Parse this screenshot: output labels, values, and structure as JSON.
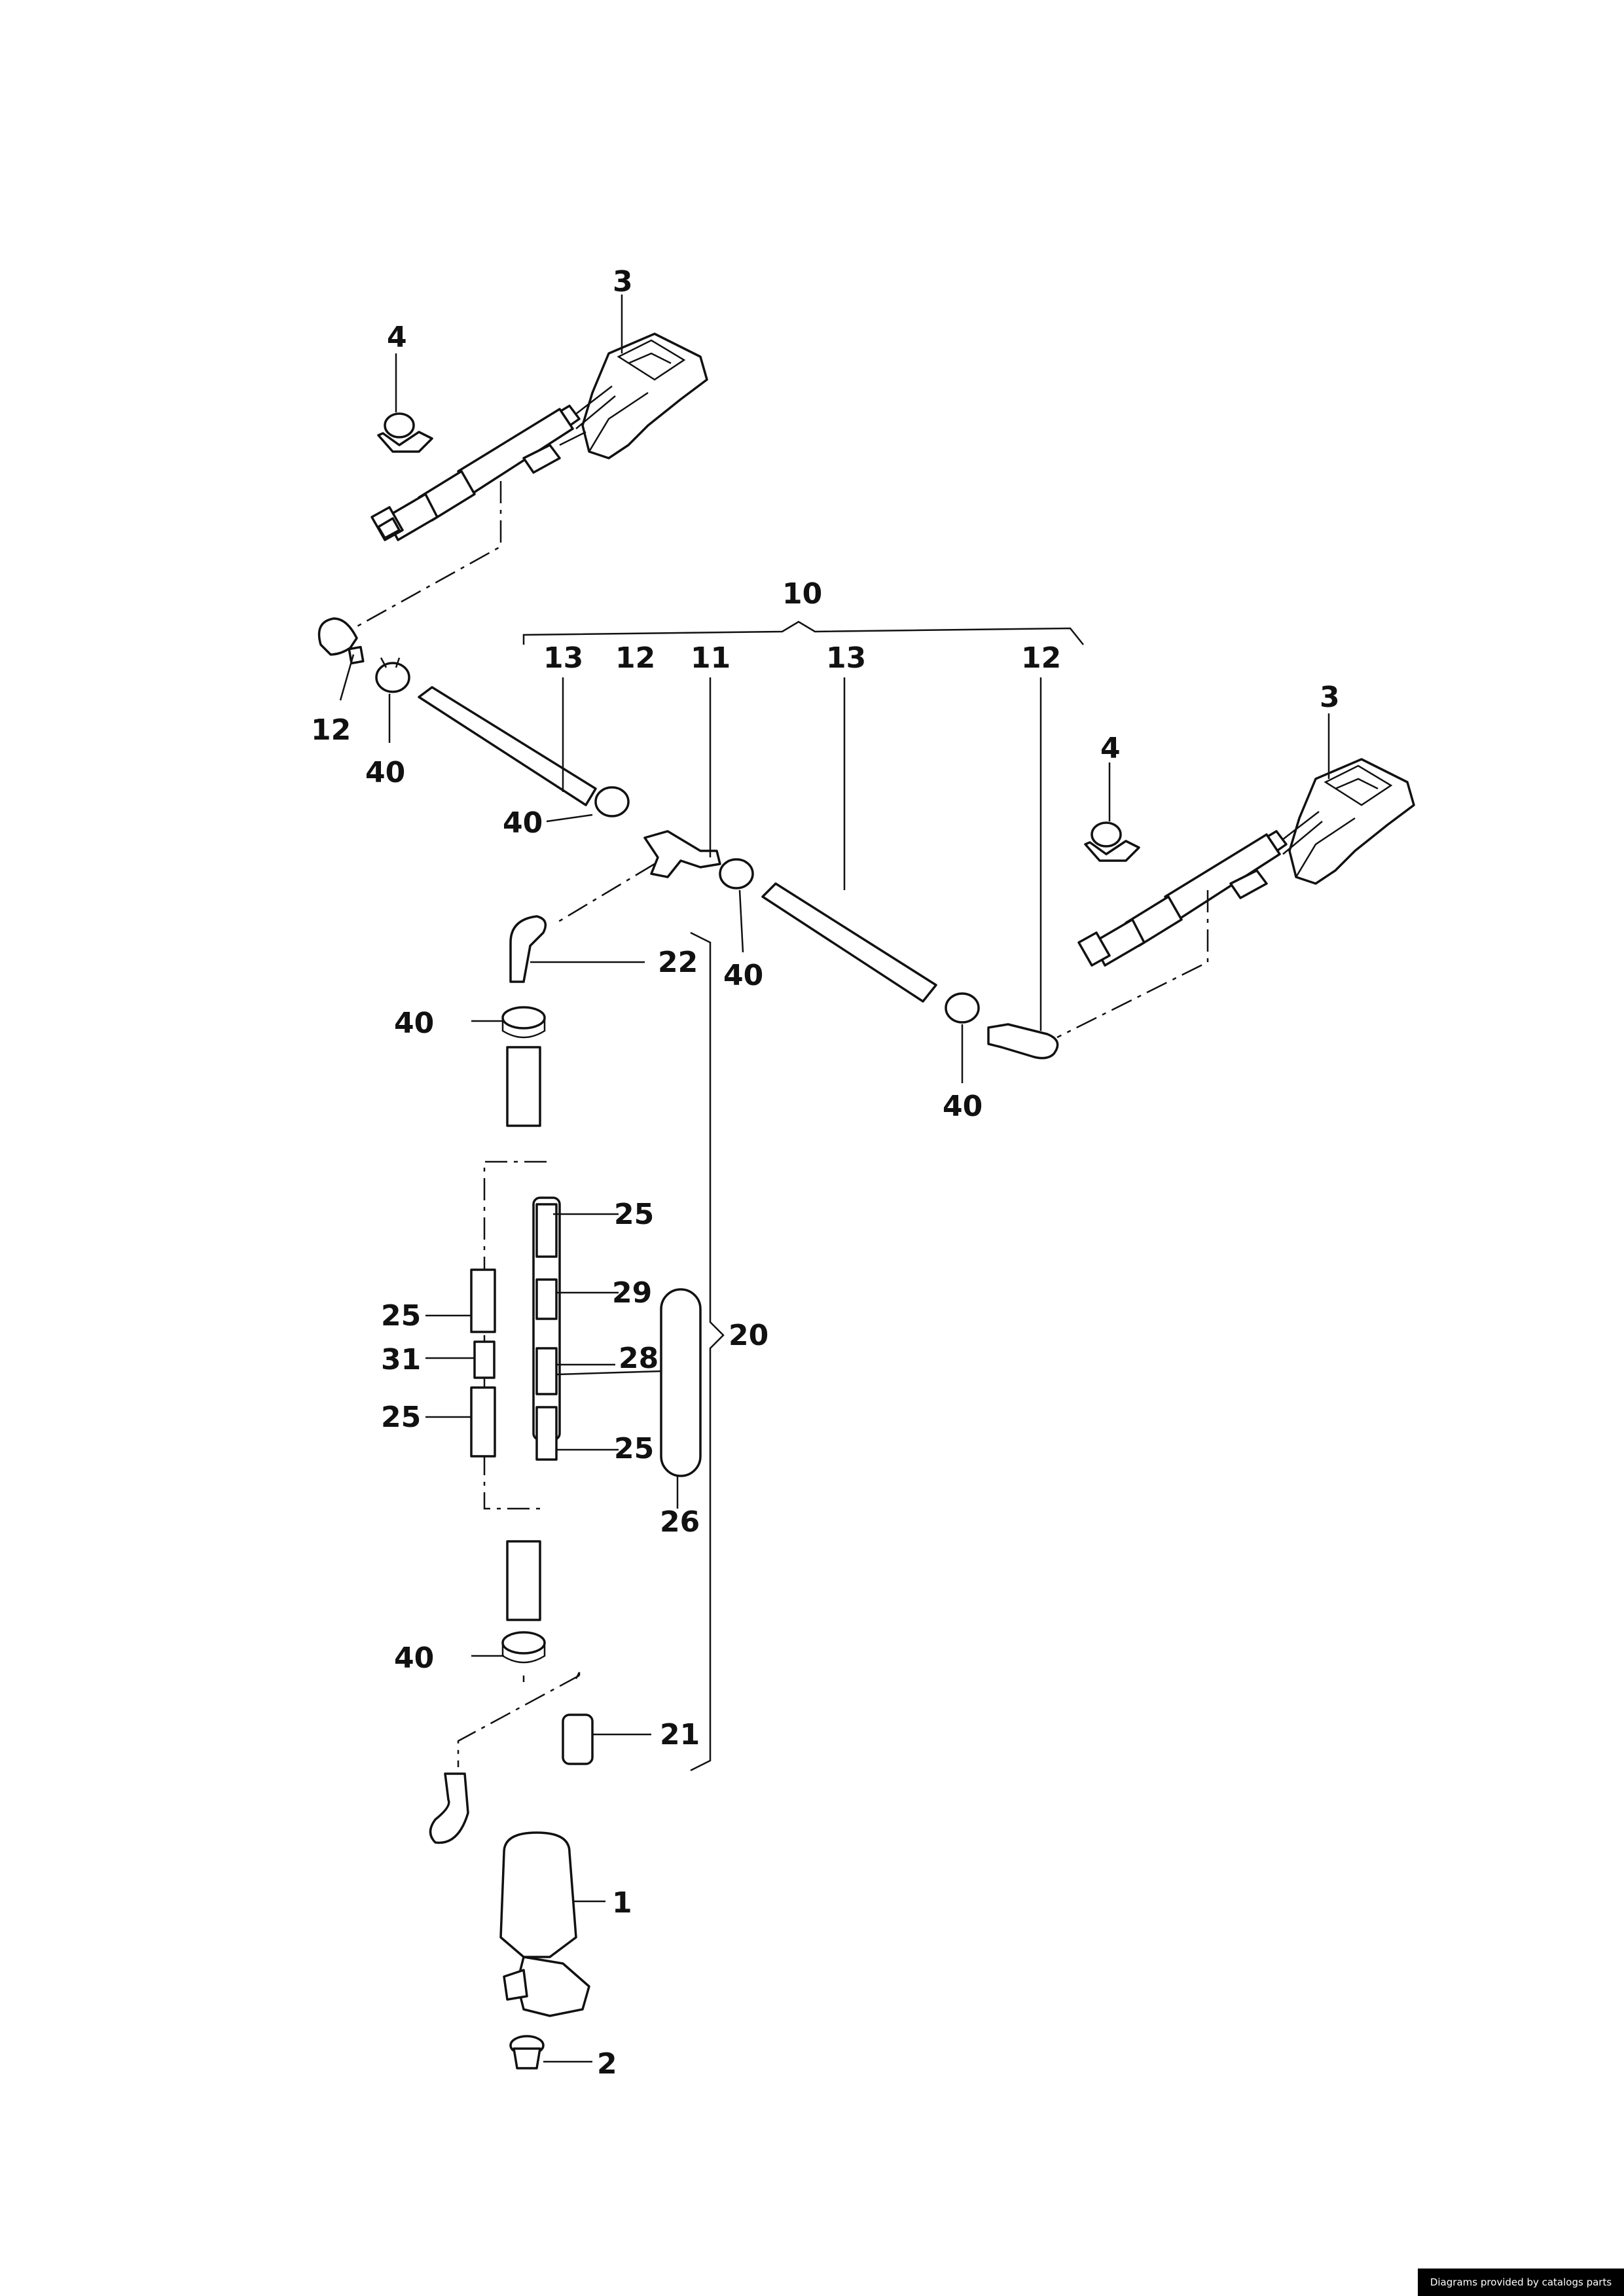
{
  "callouts": {
    "c1": "1",
    "c2": "2",
    "c3a": "3",
    "c3b": "3",
    "c4a": "4",
    "c4b": "4",
    "c10": "10",
    "c11": "11",
    "c12a": "12",
    "c12b": "12",
    "c12c": "12",
    "c13a": "13",
    "c13b": "13",
    "c20": "20",
    "c21": "21",
    "c22": "22",
    "c25a": "25",
    "c25b": "25",
    "c25c": "25",
    "c25d": "25",
    "c26": "26",
    "c28": "28",
    "c29": "29",
    "c31": "31",
    "c40a": "40",
    "c40b": "40",
    "c40c": "40",
    "c40d": "40",
    "c40e": "40",
    "c40f": "40"
  },
  "footer": {
    "credit": "Diagrams provided by catalogs parts"
  }
}
